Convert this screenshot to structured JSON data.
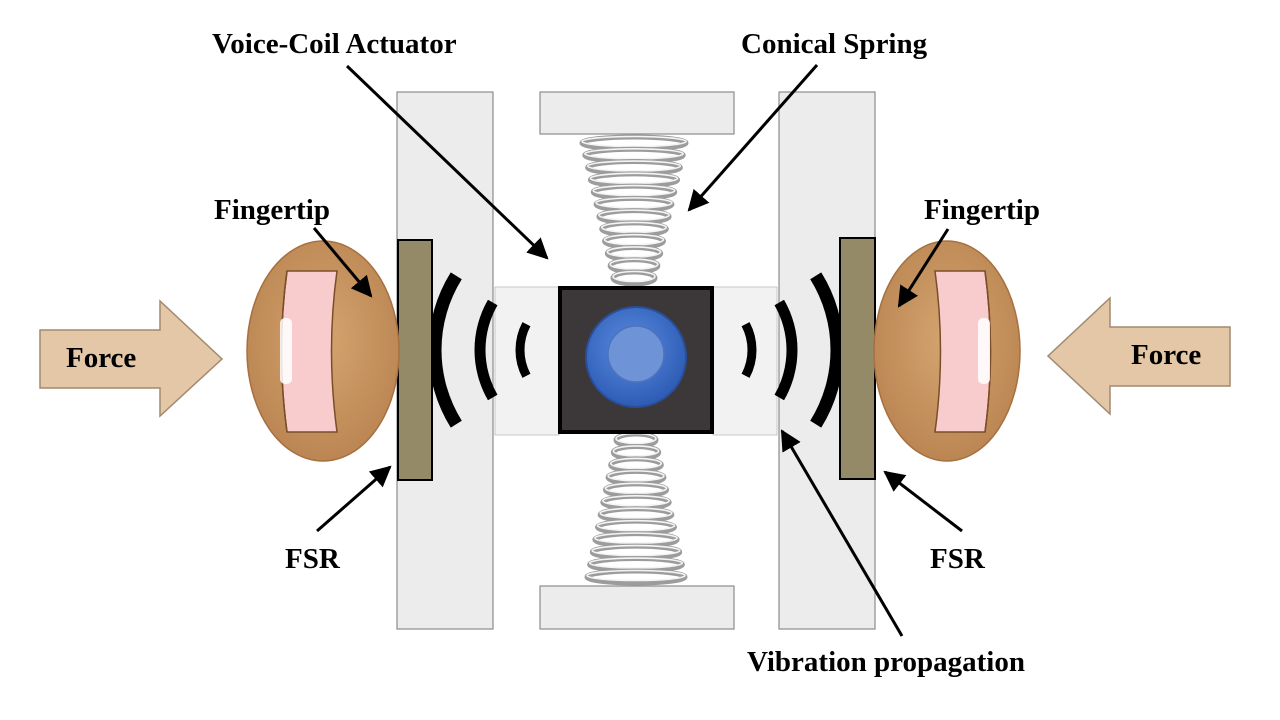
{
  "labels": {
    "voice_coil_actuator": "Voice-Coil Actuator",
    "conical_spring": "Conical Spring",
    "fingertip_left": "Fingertip",
    "fingertip_right": "Fingertip",
    "force_left": "Force",
    "force_right": "Force",
    "fsr_left": "FSR",
    "fsr_right": "FSR",
    "vibration_propagation": "Vibration propagation"
  },
  "colors": {
    "panel_fill": "#ececec",
    "panel_stroke": "#8c8c8c",
    "fsr_fill": "#958a68",
    "fingertip_fill": "#c8965f",
    "nail_fill": "#f8cccc",
    "arrow_fill": "#e4c7a6",
    "arrow_stroke": "#a08a70",
    "actuator_fill": "#3c3839",
    "actuator_disk": "#3f6fc9",
    "spring_stroke": "#9c9c9c",
    "wave_fill": "#000000"
  }
}
